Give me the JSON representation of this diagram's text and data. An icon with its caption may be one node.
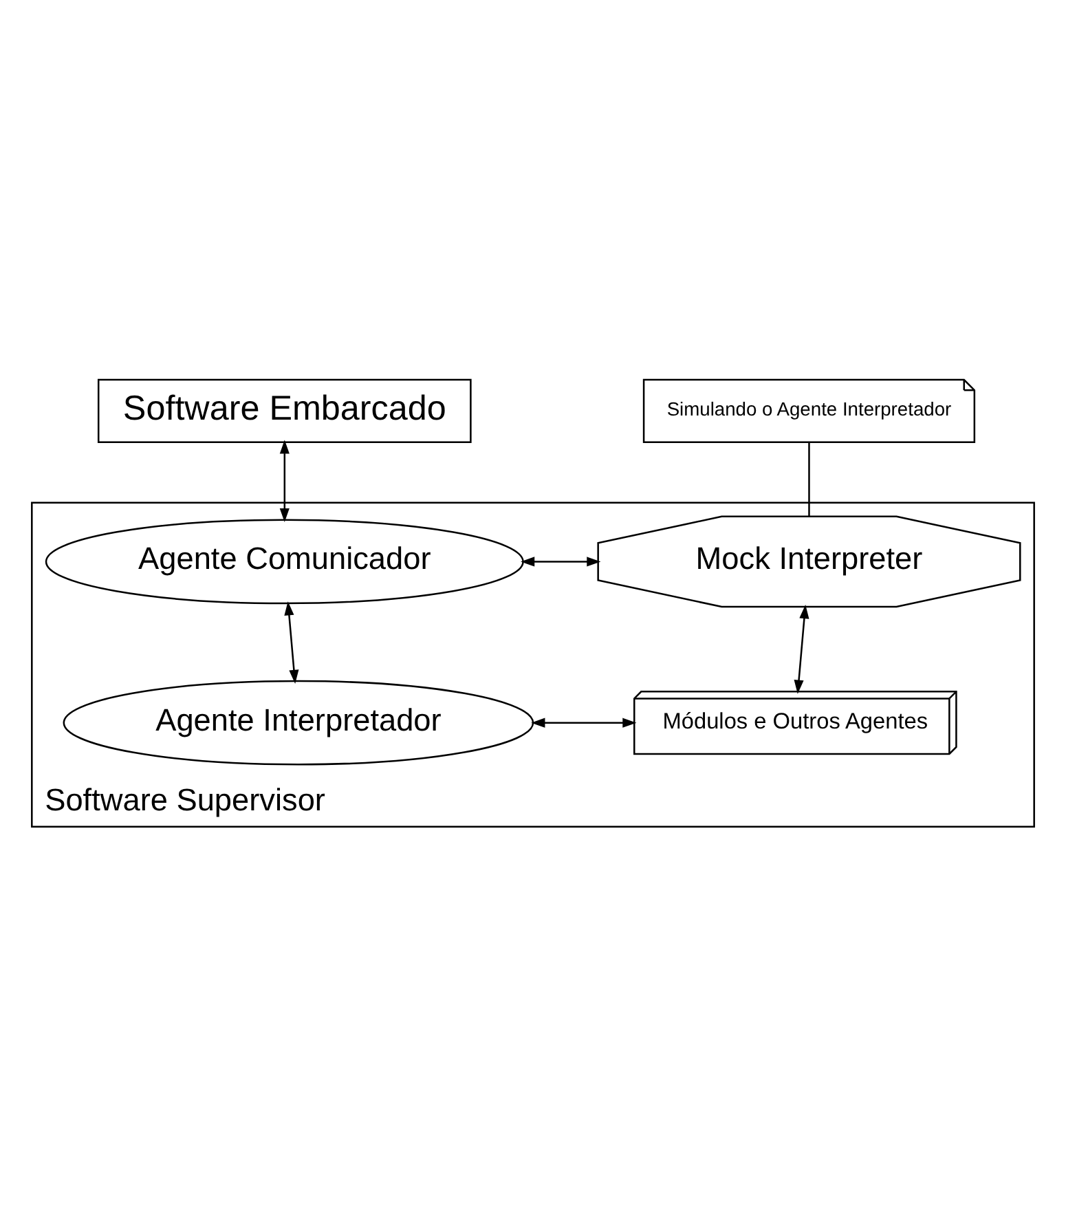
{
  "diagram": {
    "nodes": [
      {
        "text": [
          "Software Embarcado"
        ]
      },
      {
        "text": [
          "Software Supervisor"
        ]
      },
      {
        "text": [
          "Agente Comunicador"
        ],
        "in": 1
      },
      {
        "text": [
          "Mock Interpreter"
        ],
        "in": 1
      },
      {
        "text": [
          "Agente Interpretador"
        ],
        "in": 1
      },
      {
        "text": [
          "Módulos e Outros Agentes"
        ],
        "in": 1
      },
      {
        "text": [
          "Simulando o Agente Interpretador"
        ]
      }
    ],
    "edges": [
      {
        "from": 0,
        "to": 2,
        "arrow": "both"
      },
      {
        "from": 2,
        "to": 3,
        "arrow": "both"
      },
      {
        "from": 2,
        "to": 4,
        "arrow": "both"
      },
      {
        "from": 4,
        "to": 5,
        "arrow": "both"
      },
      {
        "from": 3,
        "to": 5,
        "arrow": "both"
      },
      {
        "from": 6,
        "to": 3,
        "arrow": "none"
      }
    ]
  }
}
